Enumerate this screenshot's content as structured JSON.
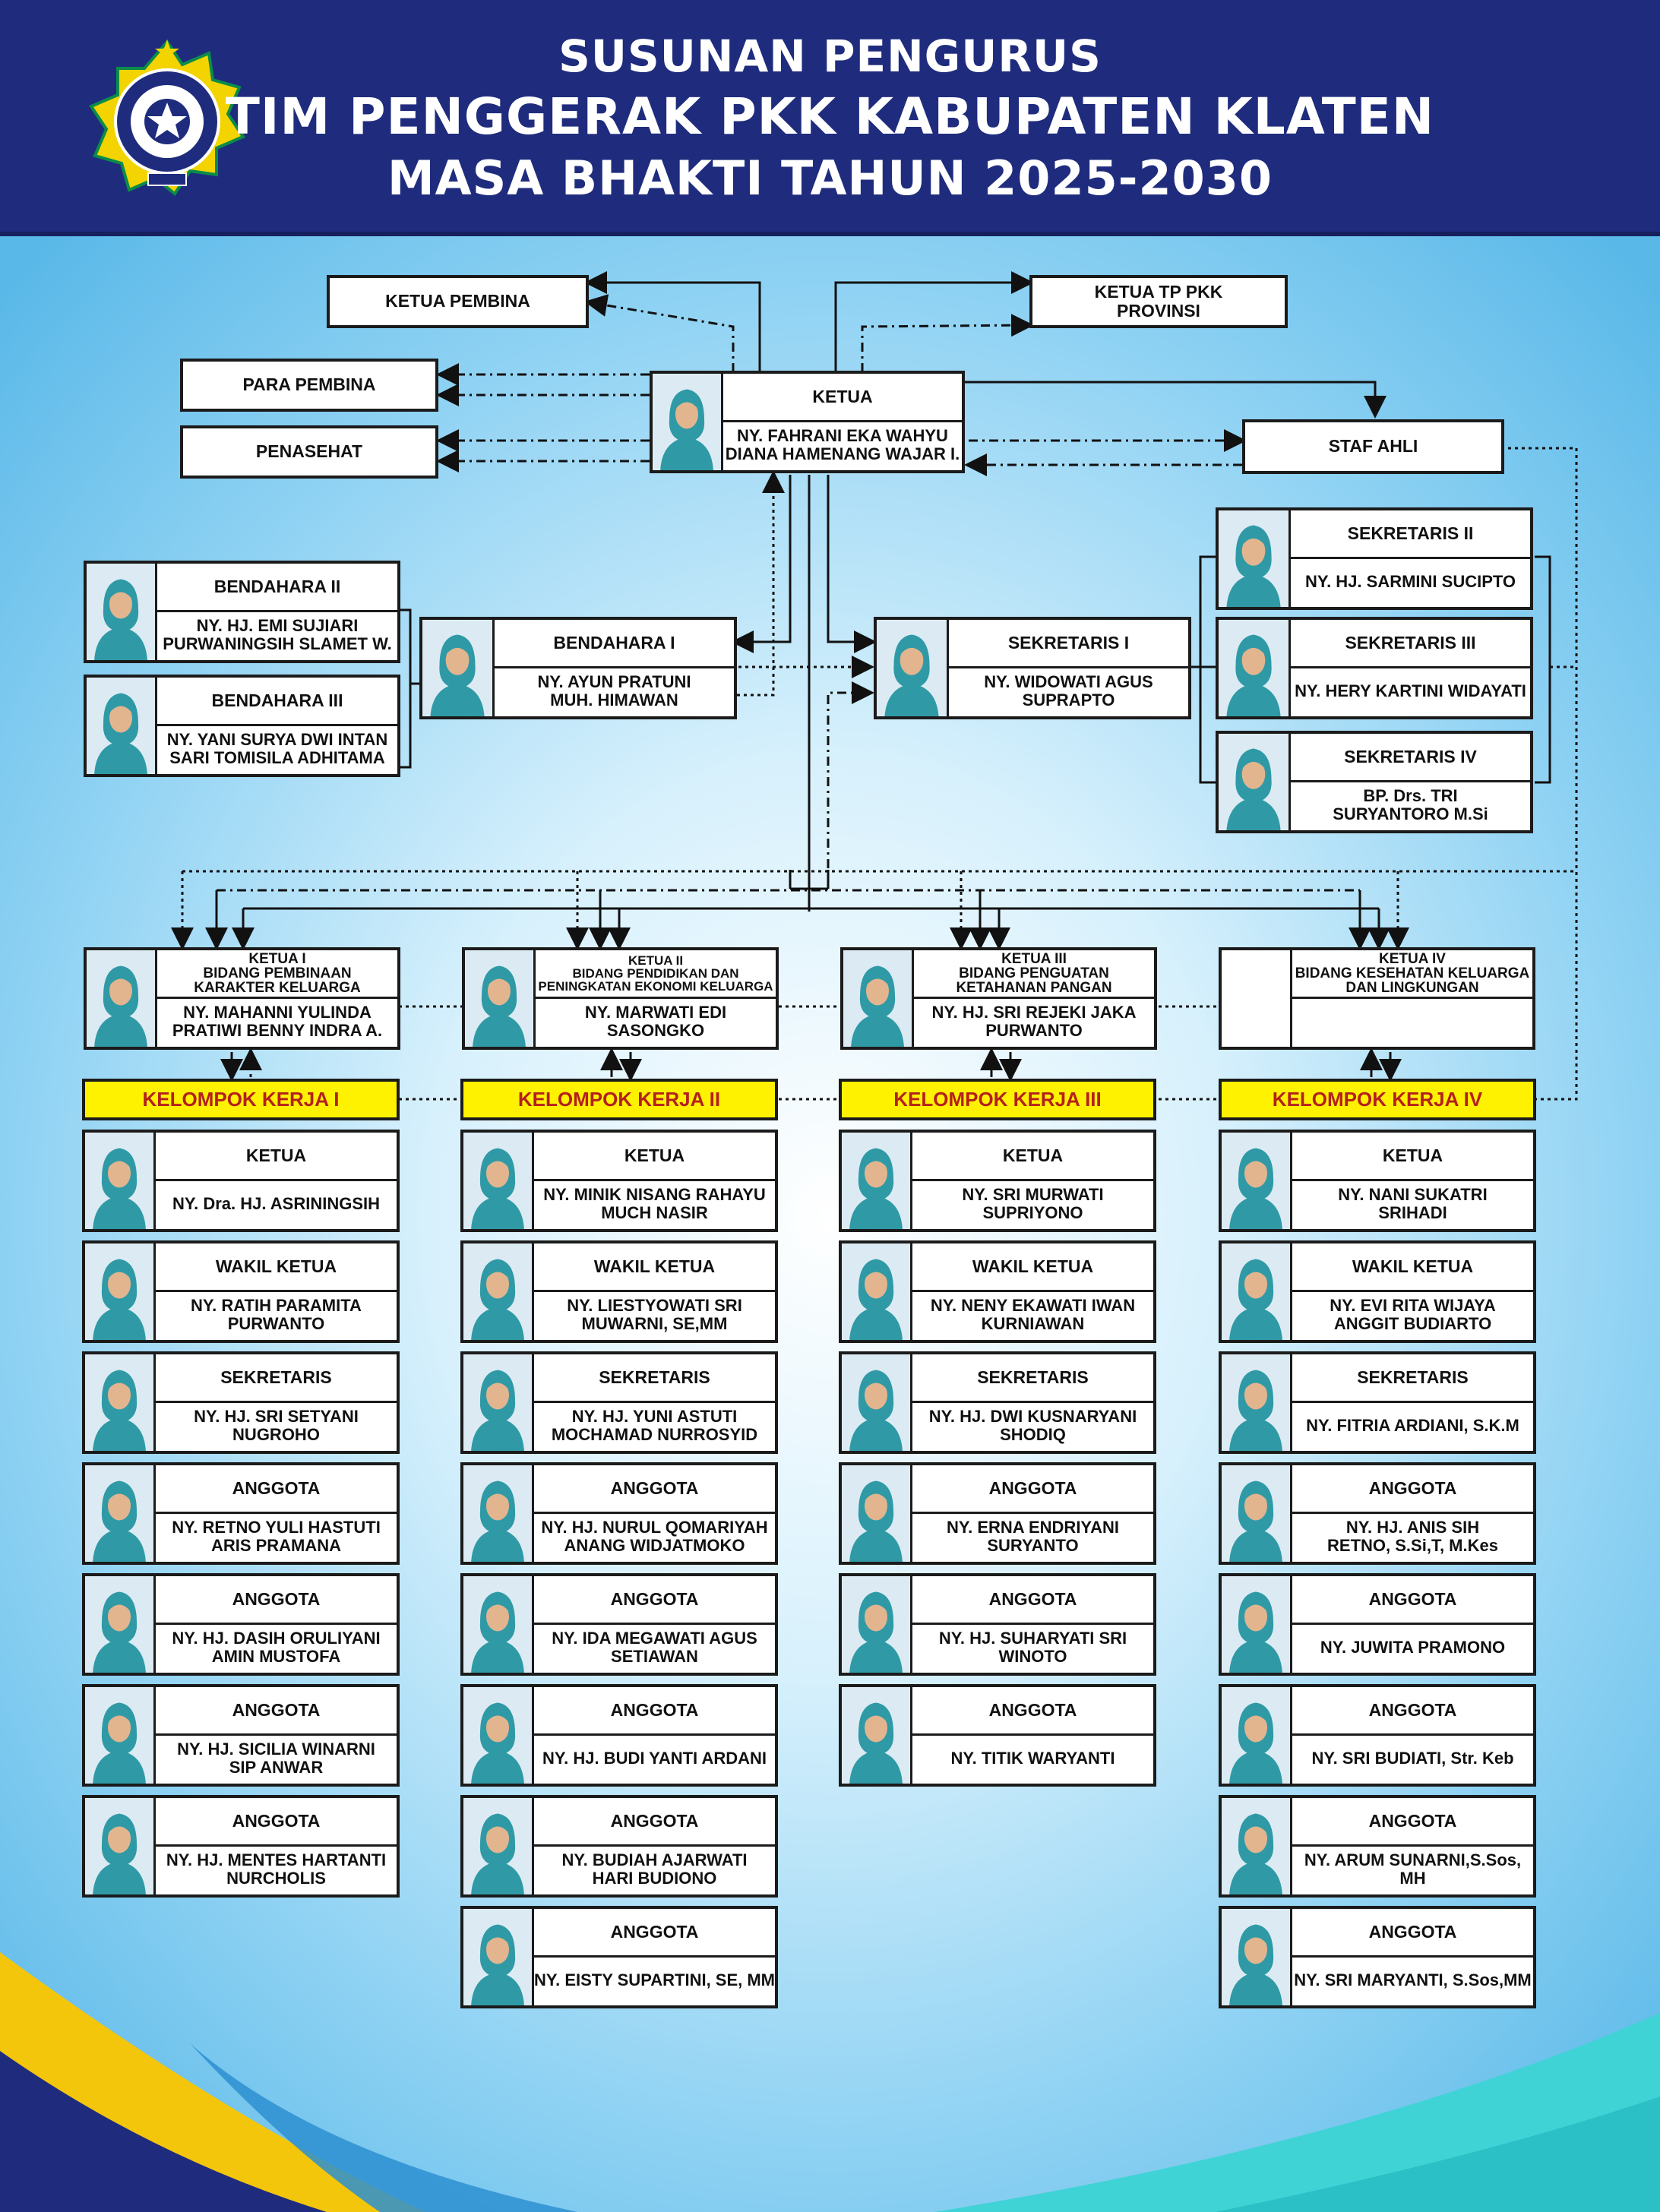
{
  "header": {
    "line1": "SUSUNAN PENGURUS",
    "line2": "TIM PENGGERAK PKK KABUPATEN KLATEN",
    "line3": "MASA BHAKTI TAHUN 2025-2030"
  },
  "colors": {
    "header_bg": "#1f2c7d",
    "pokja_bg": "#fff200",
    "pokja_text": "#b3201e",
    "uniform": "#2f9aa6"
  },
  "top": {
    "ketua_pembina": "KETUA PEMBINA",
    "para_pembina": "PARA PEMBINA",
    "penasehat": "PENASEHAT",
    "ketua_tp_provinsi": "KETUA TP PKK\nPROVINSI",
    "staf_ahli": "STAF AHLI",
    "ketua_role": "KETUA",
    "ketua_name": "NY. FAHRANI EKA WAHYU\nDIANA HAMENANG WAJAR I."
  },
  "finance": [
    {
      "role": "BENDAHARA II",
      "name": "NY. HJ. EMI SUJIARI\nPURWANINGSIH SLAMET W."
    },
    {
      "role": "BENDAHARA III",
      "name": "NY. YANI SURYA DWI INTAN\nSARI TOMISILA ADHITAMA"
    },
    {
      "role": "BENDAHARA I",
      "name": "NY. AYUN PRATUNI\nMUH. HIMAWAN"
    }
  ],
  "secretaries": [
    {
      "role": "SEKRETARIS I",
      "name": "NY. WIDOWATI AGUS\nSUPRAPTO"
    },
    {
      "role": "SEKRETARIS II",
      "name": "NY. HJ. SARMINI SUCIPTO"
    },
    {
      "role": "SEKRETARIS III",
      "name": "NY. HERY KARTINI WIDAYATI"
    },
    {
      "role": "SEKRETARIS IV",
      "name": "BP. Drs. TRI\nSURYANTORO M.Si"
    }
  ],
  "bidang": [
    {
      "role": "KETUA I\nBIDANG PEMBINAAN\nKARAKTER KELUARGA",
      "name": "NY. MAHANNI YULINDA\nPRATIWI BENNY INDRA A."
    },
    {
      "role": "KETUA II\nBIDANG PENDIDIKAN DAN\nPENINGKATAN EKONOMI KELUARGA",
      "name": "NY. MARWATI EDI\nSASONGKO"
    },
    {
      "role": "KETUA III\nBIDANG PENGUATAN\nKETAHANAN PANGAN",
      "name": "NY. HJ. SRI REJEKI JAKA\nPURWANTO"
    },
    {
      "role": "KETUA IV\nBIDANG KESEHATAN KELUARGA\nDAN LINGKUNGAN",
      "name": ""
    }
  ],
  "pokja": [
    {
      "title": "KELOMPOK KERJA I",
      "members": [
        {
          "role": "KETUA",
          "name": "NY. Dra. HJ. ASRININGSIH"
        },
        {
          "role": "WAKIL KETUA",
          "name": "NY. RATIH PARAMITA\nPURWANTO"
        },
        {
          "role": "SEKRETARIS",
          "name": "NY. HJ. SRI SETYANI\nNUGROHO"
        },
        {
          "role": "ANGGOTA",
          "name": "NY. RETNO YULI HASTUTI\nARIS PRAMANA"
        },
        {
          "role": "ANGGOTA",
          "name": "NY. HJ. DASIH ORULIYANI\nAMIN MUSTOFA"
        },
        {
          "role": "ANGGOTA",
          "name": "NY. HJ. SICILIA WINARNI\nSIP ANWAR"
        },
        {
          "role": "ANGGOTA",
          "name": "NY. HJ. MENTES HARTANTI\nNURCHOLIS"
        }
      ]
    },
    {
      "title": "KELOMPOK KERJA II",
      "members": [
        {
          "role": "KETUA",
          "name": "NY. MINIK NISANG RAHAYU\nMUCH NASIR"
        },
        {
          "role": "WAKIL KETUA",
          "name": "NY. LIESTYOWATI SRI\nMUWARNI, SE,MM"
        },
        {
          "role": "SEKRETARIS",
          "name": "NY. HJ. YUNI ASTUTI\nMOCHAMAD NURROSYID"
        },
        {
          "role": "ANGGOTA",
          "name": "NY. HJ. NURUL QOMARIYAH\nANANG WIDJATMOKO"
        },
        {
          "role": "ANGGOTA",
          "name": "NY. IDA MEGAWATI AGUS\nSETIAWAN"
        },
        {
          "role": "ANGGOTA",
          "name": "NY. HJ. BUDI YANTI ARDANI"
        },
        {
          "role": "ANGGOTA",
          "name": "NY. BUDIAH AJARWATI\nHARI BUDIONO"
        },
        {
          "role": "ANGGOTA",
          "name": "NY. EISTY SUPARTINI, SE, MM"
        }
      ]
    },
    {
      "title": "KELOMPOK KERJA  III",
      "members": [
        {
          "role": "KETUA",
          "name": "NY. SRI MURWATI\nSUPRIYONO"
        },
        {
          "role": "WAKIL KETUA",
          "name": "NY. NENY EKAWATI IWAN\nKURNIAWAN"
        },
        {
          "role": "SEKRETARIS",
          "name": "NY. HJ. DWI KUSNARYANI\nSHODIQ"
        },
        {
          "role": "ANGGOTA",
          "name": "NY. ERNA ENDRIYANI\nSURYANTO"
        },
        {
          "role": "ANGGOTA",
          "name": "NY. HJ. SUHARYATI SRI\nWINOTO"
        },
        {
          "role": "ANGGOTA",
          "name": "NY. TITIK WARYANTI"
        }
      ]
    },
    {
      "title": "KELOMPOK KERJA IV",
      "members": [
        {
          "role": "KETUA",
          "name": "NY. NANI SUKATRI\nSRIHADI"
        },
        {
          "role": "WAKIL KETUA",
          "name": "NY. EVI RITA WIJAYA\nANGGIT BUDIARTO"
        },
        {
          "role": "SEKRETARIS",
          "name": "NY. FITRIA ARDIANI, S.K.M"
        },
        {
          "role": "ANGGOTA",
          "name": "NY. HJ. ANIS SIH\nRETNO, S.Si,T, M.Kes"
        },
        {
          "role": "ANGGOTA",
          "name": "NY. JUWITA PRAMONO"
        },
        {
          "role": "ANGGOTA",
          "name": "NY. SRI BUDIATI, Str. Keb"
        },
        {
          "role": "ANGGOTA",
          "name": "NY. ARUM SUNARNI,S.Sos, MH"
        },
        {
          "role": "ANGGOTA",
          "name": "NY. SRI MARYANTI, S.Sos,MM"
        }
      ]
    }
  ]
}
